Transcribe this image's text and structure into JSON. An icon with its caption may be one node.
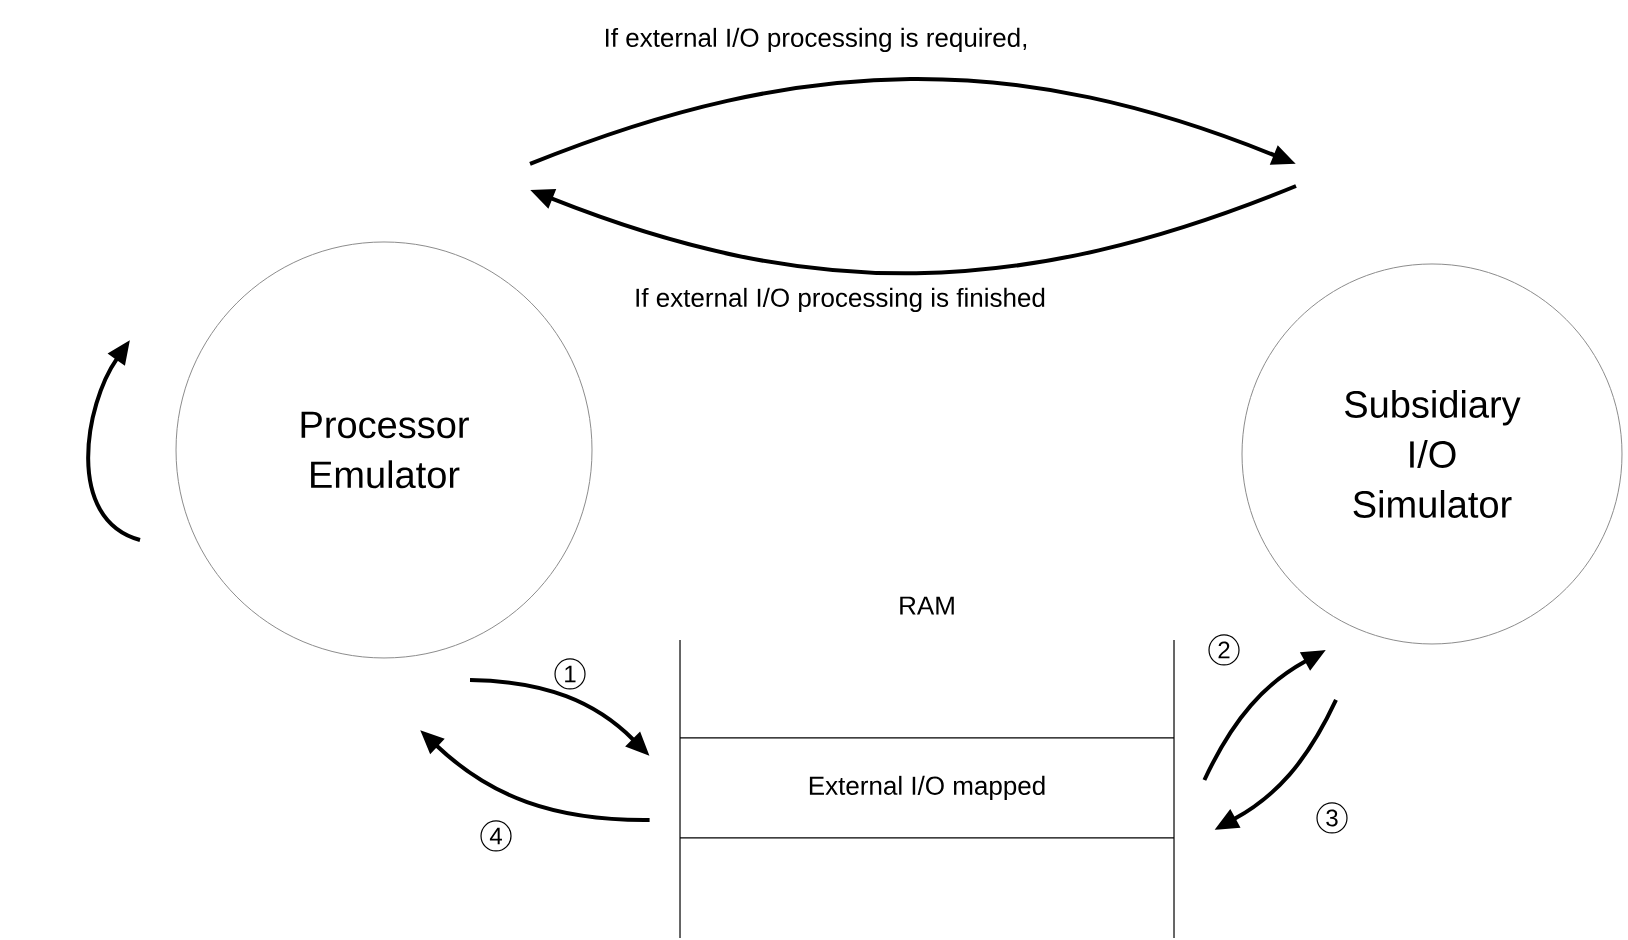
{
  "diagram": {
    "nodes": [
      {
        "text": [
          "Processor Emulator"
        ]
      },
      {
        "text": [
          "Subsidiary I/O Simulator"
        ]
      },
      {
        "text": [
          "RAM"
        ]
      },
      {
        "text": [
          "External I/O mapped"
        ],
        "in": 2
      }
    ],
    "edges": [
      {
        "from": 0,
        "to": 1,
        "arrow": "to",
        "label": "If external I/O processing is required,"
      },
      {
        "from": 1,
        "to": 0,
        "arrow": "to",
        "label": "If external I/O processing is finished"
      },
      {
        "from": 0,
        "to": 3,
        "arrow": "to",
        "label": "1"
      },
      {
        "from": 3,
        "to": 0,
        "arrow": "to",
        "label": "4"
      },
      {
        "from": 3,
        "to": 1,
        "arrow": "to",
        "label": "2"
      },
      {
        "from": 1,
        "to": 3,
        "arrow": "to",
        "label": "3"
      },
      {
        "from": 0,
        "to": 0,
        "arrow": "to"
      }
    ]
  }
}
